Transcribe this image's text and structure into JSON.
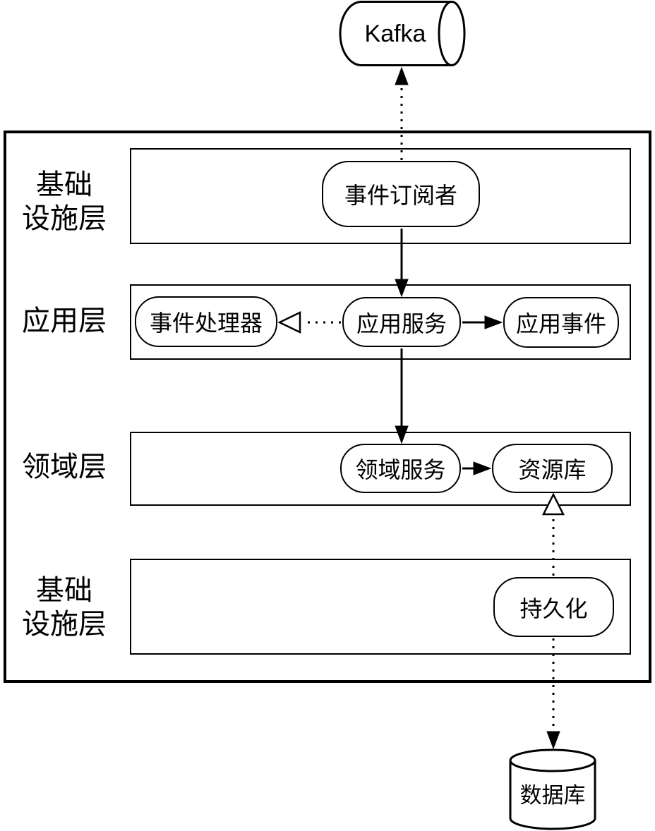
{
  "colors": {
    "stroke": "#000000",
    "background": "#ffffff"
  },
  "external": {
    "kafka": {
      "label": "Kafka",
      "shape": "horizontal-cylinder"
    },
    "database": {
      "label": "数据库",
      "shape": "cylinder"
    }
  },
  "layers": {
    "infra_top": {
      "label": "基础\n设施层"
    },
    "application": {
      "label": "应用层"
    },
    "domain": {
      "label": "领域层"
    },
    "infra_bottom": {
      "label": "基础\n设施层"
    }
  },
  "nodes": {
    "event_subscriber": {
      "label": "事件订阅者",
      "layer": "基础设施层"
    },
    "event_handler": {
      "label": "事件处理器",
      "layer": "应用层"
    },
    "application_service": {
      "label": "应用服务",
      "layer": "应用层"
    },
    "application_event": {
      "label": "应用事件",
      "layer": "应用层"
    },
    "domain_service": {
      "label": "领域服务",
      "layer": "领域层"
    },
    "repository": {
      "label": "资源库",
      "layer": "领域层"
    },
    "persistence": {
      "label": "持久化",
      "layer": "基础设施层"
    }
  },
  "edges": [
    {
      "from": "事件订阅者",
      "to": "Kafka",
      "line": "dotted",
      "arrowhead": "filled"
    },
    {
      "from": "事件订阅者",
      "to": "应用服务",
      "line": "solid",
      "arrowhead": "filled"
    },
    {
      "from": "应用服务",
      "to": "事件处理器",
      "line": "dotted",
      "arrowhead": "hollow-triangle"
    },
    {
      "from": "应用服务",
      "to": "应用事件",
      "line": "solid",
      "arrowhead": "filled"
    },
    {
      "from": "应用服务",
      "to": "领域服务",
      "line": "solid",
      "arrowhead": "filled"
    },
    {
      "from": "领域服务",
      "to": "资源库",
      "line": "solid",
      "arrowhead": "filled"
    },
    {
      "from": "持久化",
      "to": "资源库",
      "line": "dotted",
      "arrowhead": "hollow-triangle"
    },
    {
      "from": "持久化",
      "to": "数据库",
      "line": "dotted",
      "arrowhead": "filled"
    }
  ]
}
